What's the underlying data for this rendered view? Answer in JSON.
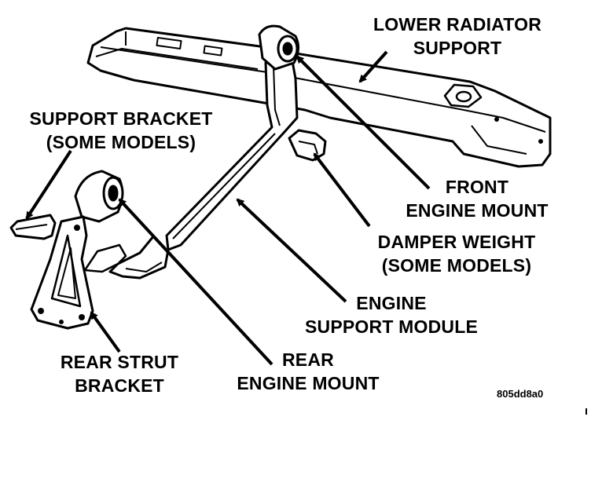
{
  "labels": {
    "lower_radiator_support": [
      "LOWER RADIATOR",
      "SUPPORT"
    ],
    "support_bracket": [
      "SUPPORT BRACKET",
      "(SOME MODELS)"
    ],
    "front_engine_mount": [
      "FRONT",
      "ENGINE MOUNT"
    ],
    "damper_weight": [
      "DAMPER WEIGHT",
      "(SOME MODELS)"
    ],
    "engine_support_module": [
      "ENGINE",
      "SUPPORT MODULE"
    ],
    "rear_engine_mount": [
      "REAR",
      "ENGINE MOUNT"
    ],
    "rear_strut_bracket": [
      "REAR STRUT",
      "BRACKET"
    ]
  },
  "figure_code": "805dd8a0"
}
